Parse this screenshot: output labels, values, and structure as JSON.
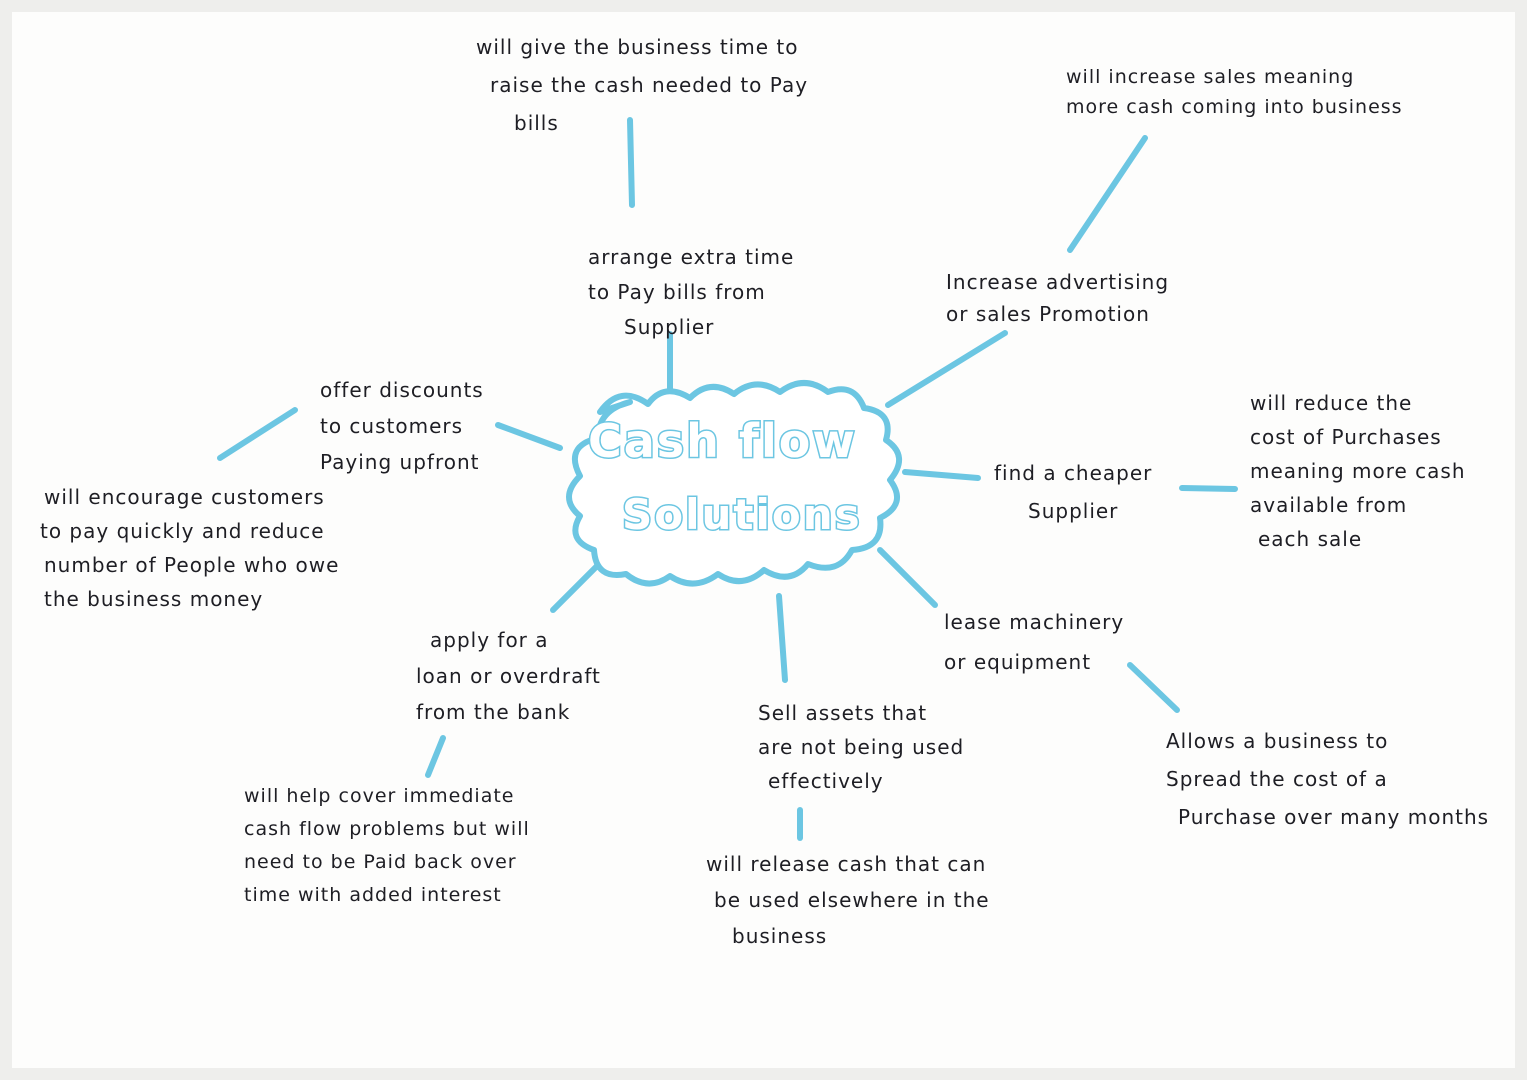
{
  "diagram": {
    "title_line1": "Cash flow",
    "title_line2": "Solutions",
    "colors": {
      "ink": "#1e1e24",
      "accent": "#6cc6e2",
      "paper": "#fdfdfc"
    },
    "branches": [
      {
        "solution": [
          "arrange extra time",
          "to Pay bills from",
          "Supplier"
        ],
        "effect": [
          "will give the business time to",
          "raise the cash needed to Pay",
          "bills"
        ]
      },
      {
        "solution": [
          "Increase advertising",
          "or sales Promotion"
        ],
        "effect": [
          "will increase sales meaning",
          "more cash coming into business"
        ]
      },
      {
        "solution": [
          "find a cheaper",
          "Supplier"
        ],
        "effect": [
          "will reduce the",
          "cost of Purchases",
          "meaning more cash",
          "available from",
          "each sale"
        ]
      },
      {
        "solution": [
          "lease machinery",
          "or equipment"
        ],
        "effect": [
          "Allows a business to",
          "Spread the cost of a",
          "Purchase over many months"
        ]
      },
      {
        "solution": [
          "Sell assets that",
          "are not being used",
          "effectively"
        ],
        "effect": [
          "will release cash that can",
          "be used elsewhere in the",
          "business"
        ]
      },
      {
        "solution": [
          "apply for a",
          "loan or overdraft",
          "from the bank"
        ],
        "effect": [
          "will help cover immediate",
          "cash flow problems but will",
          "need to be Paid back over",
          "time with added interest"
        ]
      },
      {
        "solution": [
          "offer discounts",
          "to customers",
          "Paying upfront"
        ],
        "effect": [
          "will encourage customers",
          "to pay quickly and reduce",
          "number of People who owe",
          "the business money"
        ]
      }
    ]
  }
}
